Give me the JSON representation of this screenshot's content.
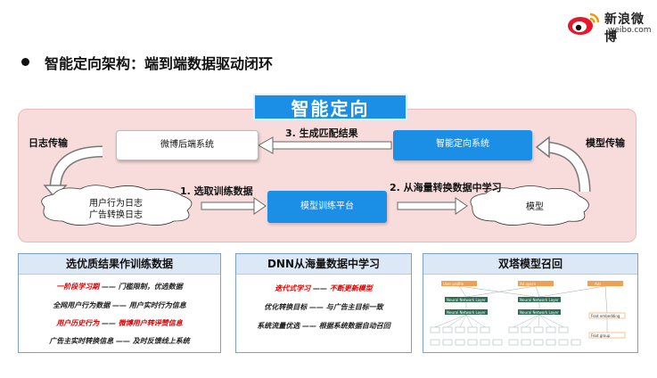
{
  "logo": {
    "brand_cn": "新浪微博",
    "brand_en": "weibo.com"
  },
  "title": "智能定向架构：端到端数据驱动闭环",
  "diagram": {
    "panel_title": "智能定向",
    "boxes": {
      "backend": "微博后端系统",
      "targeting_system": "智能定向系统",
      "training_platform": "模型训练平台",
      "user_logs": [
        "用户行为日志",
        "广告转换日志"
      ],
      "model": "模型"
    },
    "labels": {
      "log_transfer": "日志传输",
      "model_transfer": "模型传输",
      "step1": "1. 选取训练数据",
      "step2": "2. 从海量转换数据中学习",
      "step3": "3. 生成匹配结果"
    }
  },
  "cards": [
    {
      "title": "选优质结果作训练数据",
      "rows": [
        {
          "left": "一阶段学习期",
          "sep": "——",
          "right": "门槛限制，优选数据",
          "left_red": true,
          "right_red": false
        },
        {
          "left": "全网用户行为数据",
          "sep": "——",
          "right": "用户实时行为信息",
          "left_red": false,
          "right_red": false
        },
        {
          "left": "用户历史行为",
          "sep": "——",
          "right": "微博用户转评赞信息",
          "left_red": true,
          "right_red": true
        },
        {
          "left": "广告主实时转换信息",
          "sep": "——",
          "right": "及时反馈线上系统",
          "left_red": false,
          "right_red": false
        }
      ]
    },
    {
      "title": "DNN从海量数据中学习",
      "rows": [
        {
          "left": "迭代式学习",
          "sep": "——",
          "right": "不断更新模型",
          "left_red": true,
          "right_red": true
        },
        {
          "left": "优化转换目标",
          "sep": "——",
          "right": "与广告主目标一致",
          "left_red": false,
          "right_red": false
        },
        {
          "left": "系统流量优选",
          "sep": "——",
          "right": "根据系统数据自动召回",
          "left_red": false,
          "right_red": false
        }
      ]
    },
    {
      "title": "双塔模型召回",
      "mini_nodes": [
        "User profile",
        "Ad space",
        "Ads",
        "Neural Network Layer",
        "Neural Network Layer",
        "Neural Network Layer",
        "Neural Network Layer",
        "Feat embedding",
        "Feat group"
      ]
    }
  ],
  "colors": {
    "accent_blue": "#1b8ee6",
    "panel_pink": "#f8dcdc",
    "card_border": "#7aa0d0",
    "red": "#e00000"
  }
}
